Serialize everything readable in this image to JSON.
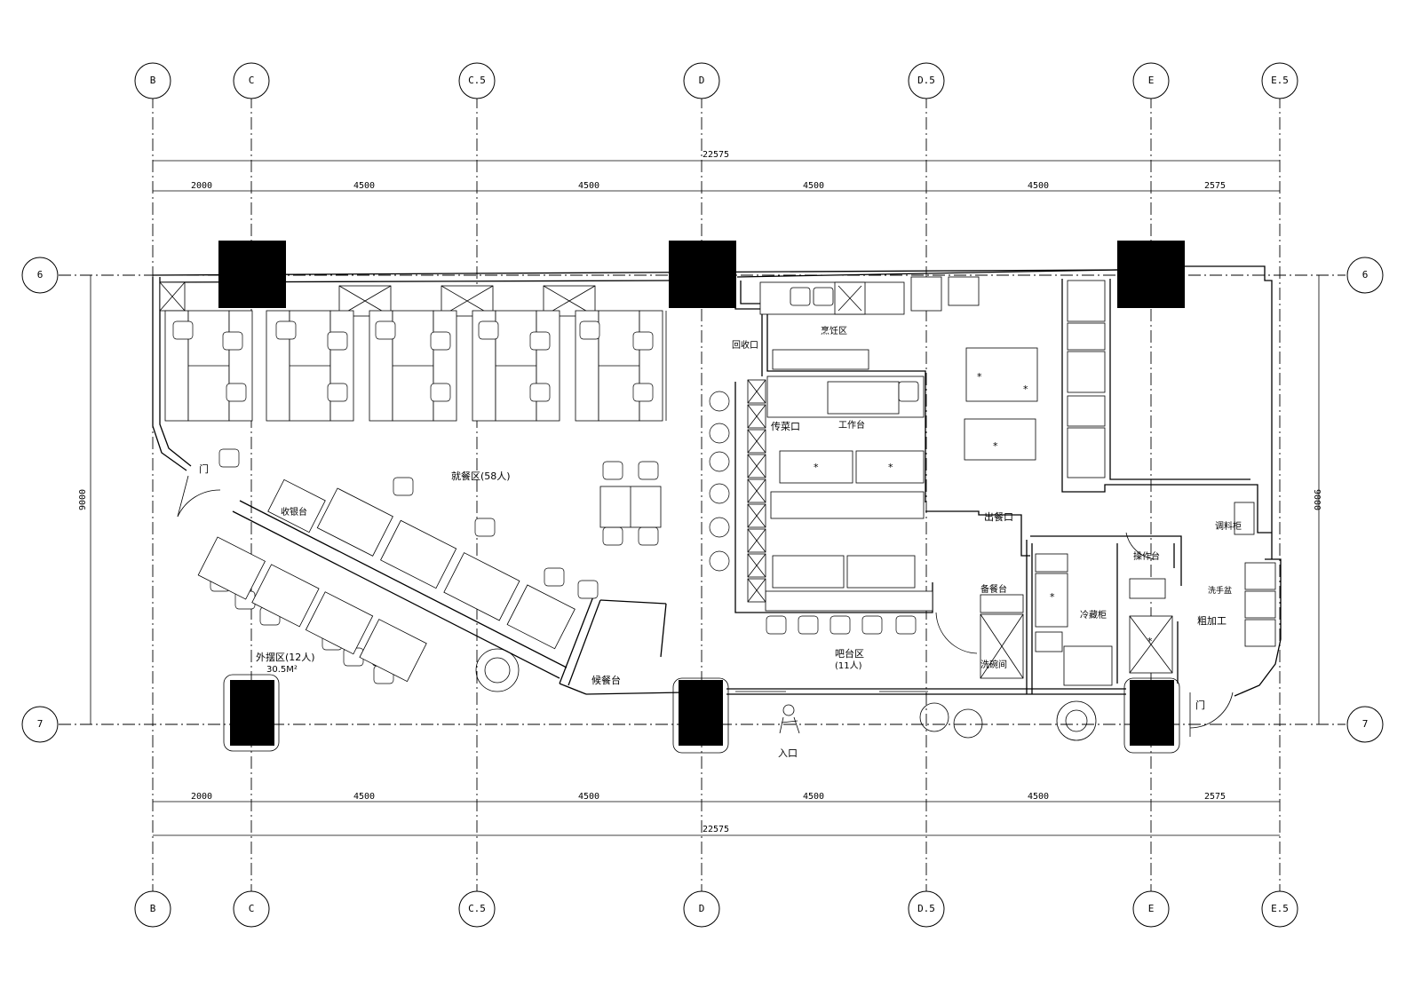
{
  "grid": {
    "vertical": [
      "B",
      "C",
      "C.5",
      "D",
      "D.5",
      "E",
      "E.5"
    ],
    "horizontal": [
      "6",
      "7"
    ]
  },
  "dimensions": {
    "top_total": "22575",
    "top_segments": [
      "2000",
      "4500",
      "4500",
      "4500",
      "4500",
      "2575"
    ],
    "bottom_total": "22575",
    "bottom_segments": [
      "2000",
      "4500",
      "4500",
      "4500",
      "4500",
      "2575"
    ],
    "left_height": "9000",
    "right_height": "9000"
  },
  "labels": {
    "dining_area": "就餐区(58人)",
    "outdoor_area": "外摆区(12人)",
    "outdoor_area_size": "30.5M²",
    "bar_area": "吧台区",
    "bar_area_count": "(11人)",
    "entrance": "入口",
    "door_left": "门",
    "door_right": "门",
    "pass_window": "传菜口",
    "side_service": "备餐台",
    "wash_area": "洗碗间",
    "serve_window": "出餐口",
    "prep_area": "粗加工",
    "cold_room": "冷藏柜",
    "workbench": "操作台",
    "return_window": "回收口",
    "cook_area": "烹饪区",
    "pantry": "调料柜",
    "sink_area": "洗手盆",
    "cashier": "收银台",
    "counter": "工作台",
    "side_table": "候餐台",
    "worktop_star": "*"
  },
  "icons": {
    "column": "structural-column",
    "plant": "plant-icon",
    "person": "person-icon"
  }
}
